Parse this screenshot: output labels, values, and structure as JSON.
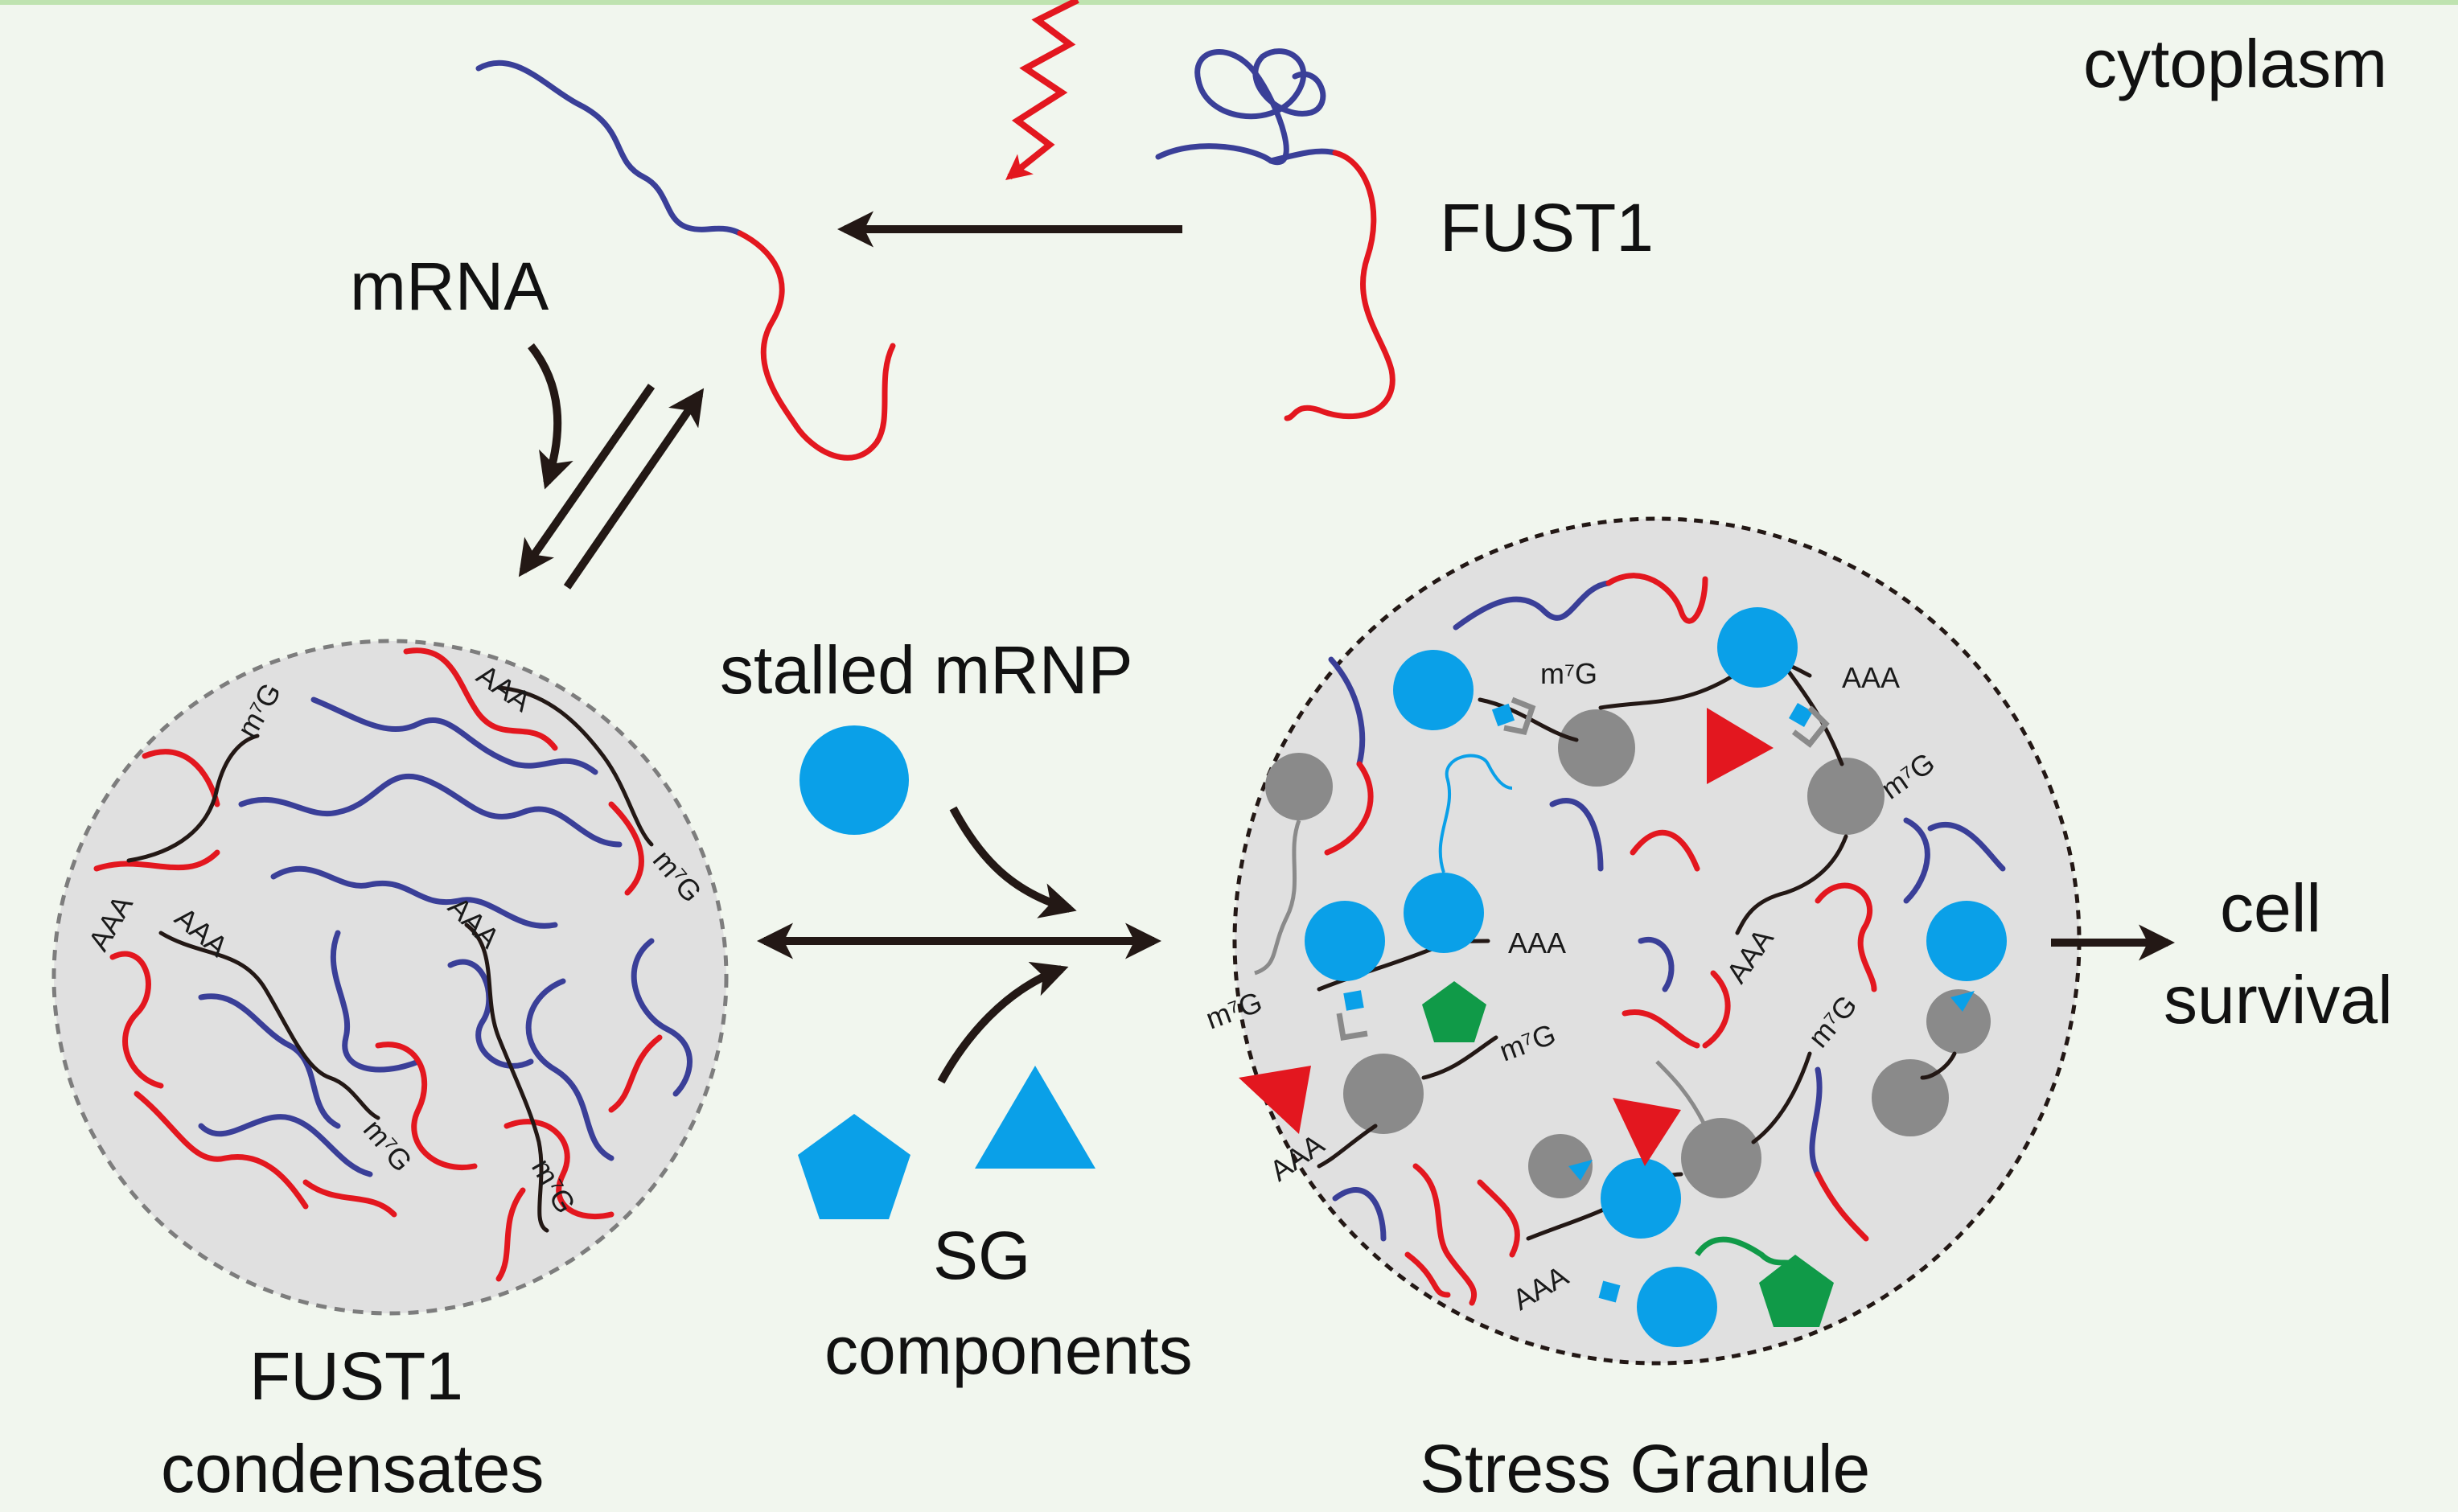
{
  "colors": {
    "background": "#f1f6ee",
    "top_border": "#bfe3b0",
    "fust1_red": "#e3171f",
    "fust1_blue": "#3a3f98",
    "mrnp_blue": "#0aa0e8",
    "sg_green": "#109a48",
    "sg_red": "#e3171f",
    "protein_grey": "#8a8a8a",
    "condensate_fill": "#e0e0e0",
    "arrow": "#231815"
  },
  "labels": {
    "cytoplasm": "cytoplasm",
    "fust1": "FUST1",
    "mrna": "mRNA",
    "stalled_mrnp": "stalled mRNP",
    "sg_line1": "SG",
    "sg_line2": "components",
    "condensates_line1": "FUST1",
    "condensates_line2": "condensates",
    "stress_granule": "Stress Granule",
    "survival_line1": "cell",
    "survival_line2": "survival"
  },
  "annotations": {
    "polya": "AAA",
    "cap": "m⁷G"
  }
}
